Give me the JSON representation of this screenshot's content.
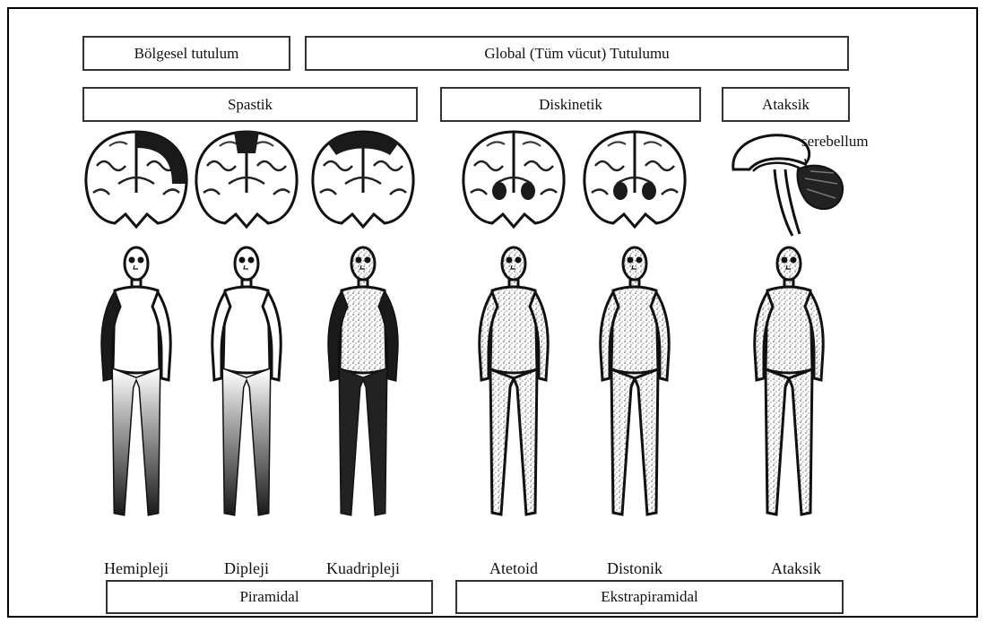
{
  "headers": {
    "regional": "Bölgesel tutulum",
    "global": "Global (Tüm vücut) Tutulumu"
  },
  "categories": {
    "spastic": "Spastik",
    "dyskinetic": "Diskinetik",
    "ataxic": "Ataksik"
  },
  "annotation": "serebellum",
  "types": [
    {
      "label": "Hemipleji",
      "shading": "left-side"
    },
    {
      "label": "Dipleji",
      "shading": "legs"
    },
    {
      "label": "Kuadripleji",
      "shading": "all-limbs"
    },
    {
      "label": "Atetoid",
      "shading": "whole-body"
    },
    {
      "label": "Distonik",
      "shading": "whole-body"
    },
    {
      "label": "Ataksik",
      "shading": "whole-body"
    }
  ],
  "footers": {
    "pyramidal": "Piramidal",
    "extrapyramidal": "Ekstrapiramidal"
  },
  "colors": {
    "dark": "#1a1a1a",
    "stipple": "#8a8a8a",
    "outline": "#111111"
  }
}
